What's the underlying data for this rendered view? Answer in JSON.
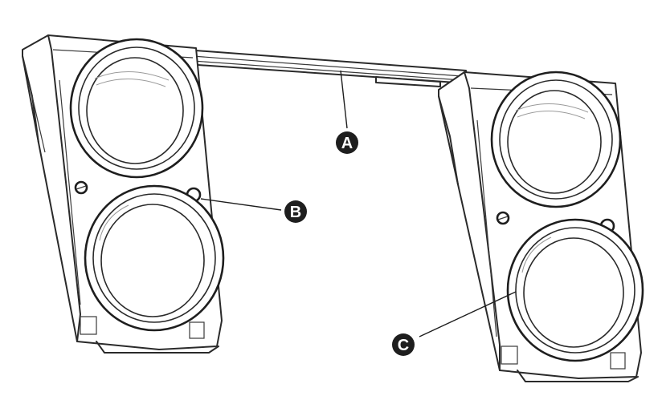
{
  "callouts": {
    "a": "A",
    "b": "B",
    "c": "C"
  },
  "colors": {
    "line": "#1e1e1e",
    "background": "#ffffff"
  }
}
